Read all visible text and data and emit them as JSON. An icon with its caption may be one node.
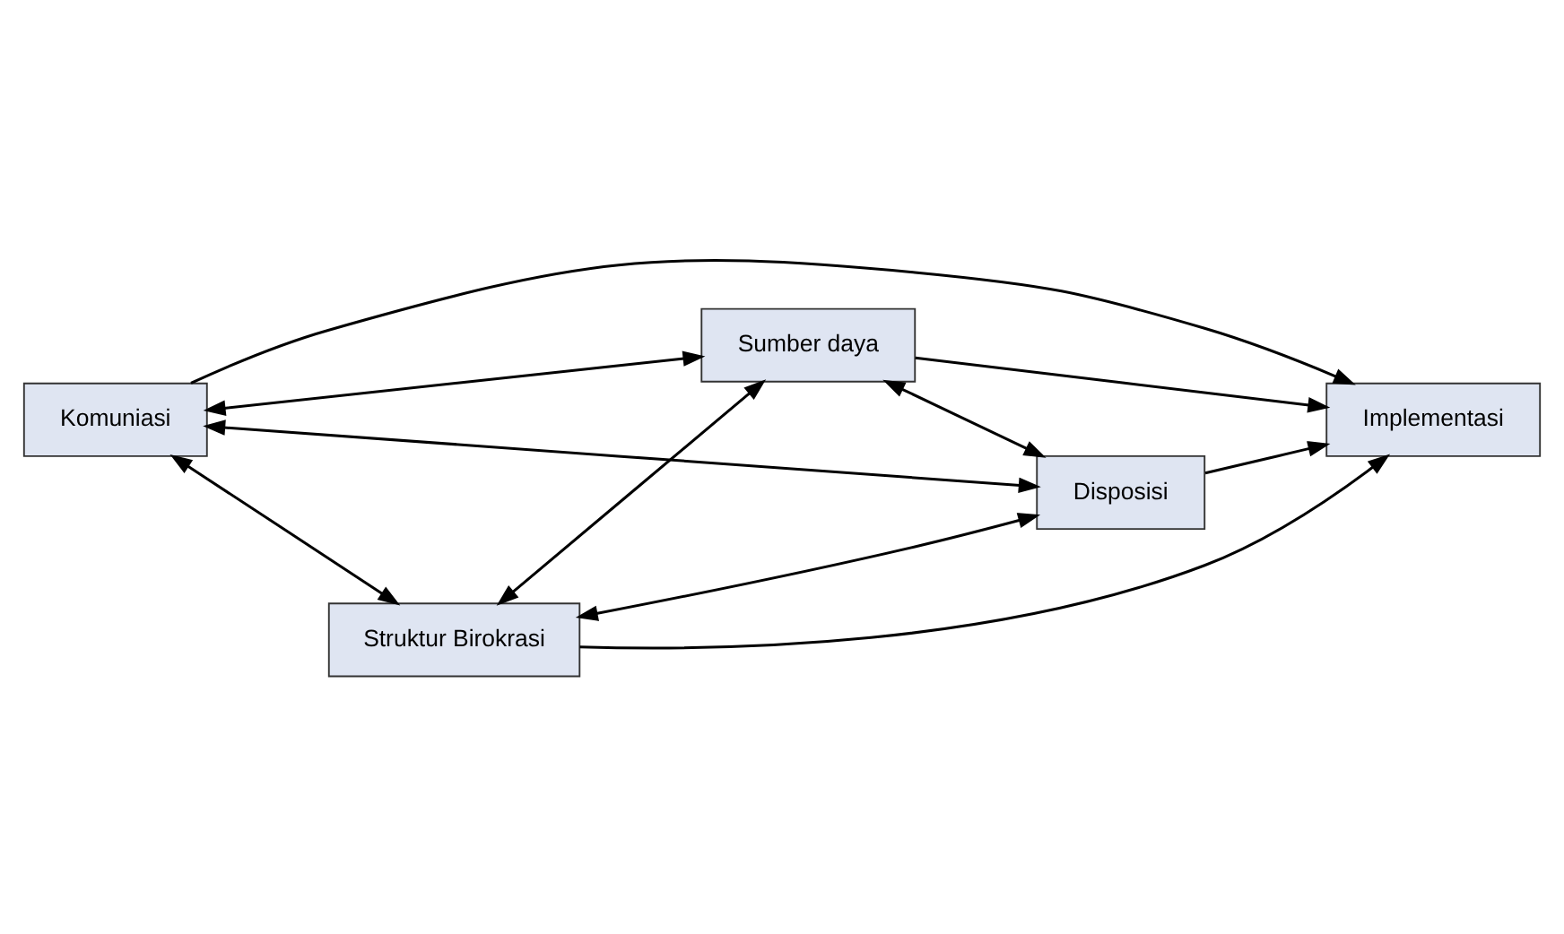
{
  "diagram": {
    "nodes": [
      {
        "text": [
          "Komuniasi"
        ]
      },
      {
        "text": [
          "Sumber daya"
        ]
      },
      {
        "text": [
          "Implementasi"
        ]
      },
      {
        "text": [
          "Disposisi"
        ]
      },
      {
        "text": [
          "Struktur Birokrasi"
        ]
      }
    ],
    "edges": [
      {
        "from": 0,
        "to": 2,
        "arrow": "to"
      },
      {
        "from": 0,
        "to": 4,
        "arrow": "both"
      },
      {
        "from": 0,
        "to": 3,
        "arrow": "both"
      },
      {
        "from": 0,
        "to": 1,
        "arrow": "both"
      },
      {
        "from": 4,
        "to": 1,
        "arrow": "both"
      },
      {
        "from": 4,
        "to": 3,
        "arrow": "both"
      },
      {
        "from": 1,
        "to": 3,
        "arrow": "both"
      },
      {
        "from": 1,
        "to": 2,
        "arrow": "to"
      },
      {
        "from": 3,
        "to": 2,
        "arrow": "to"
      },
      {
        "from": 4,
        "to": 2,
        "arrow": "to"
      }
    ]
  }
}
